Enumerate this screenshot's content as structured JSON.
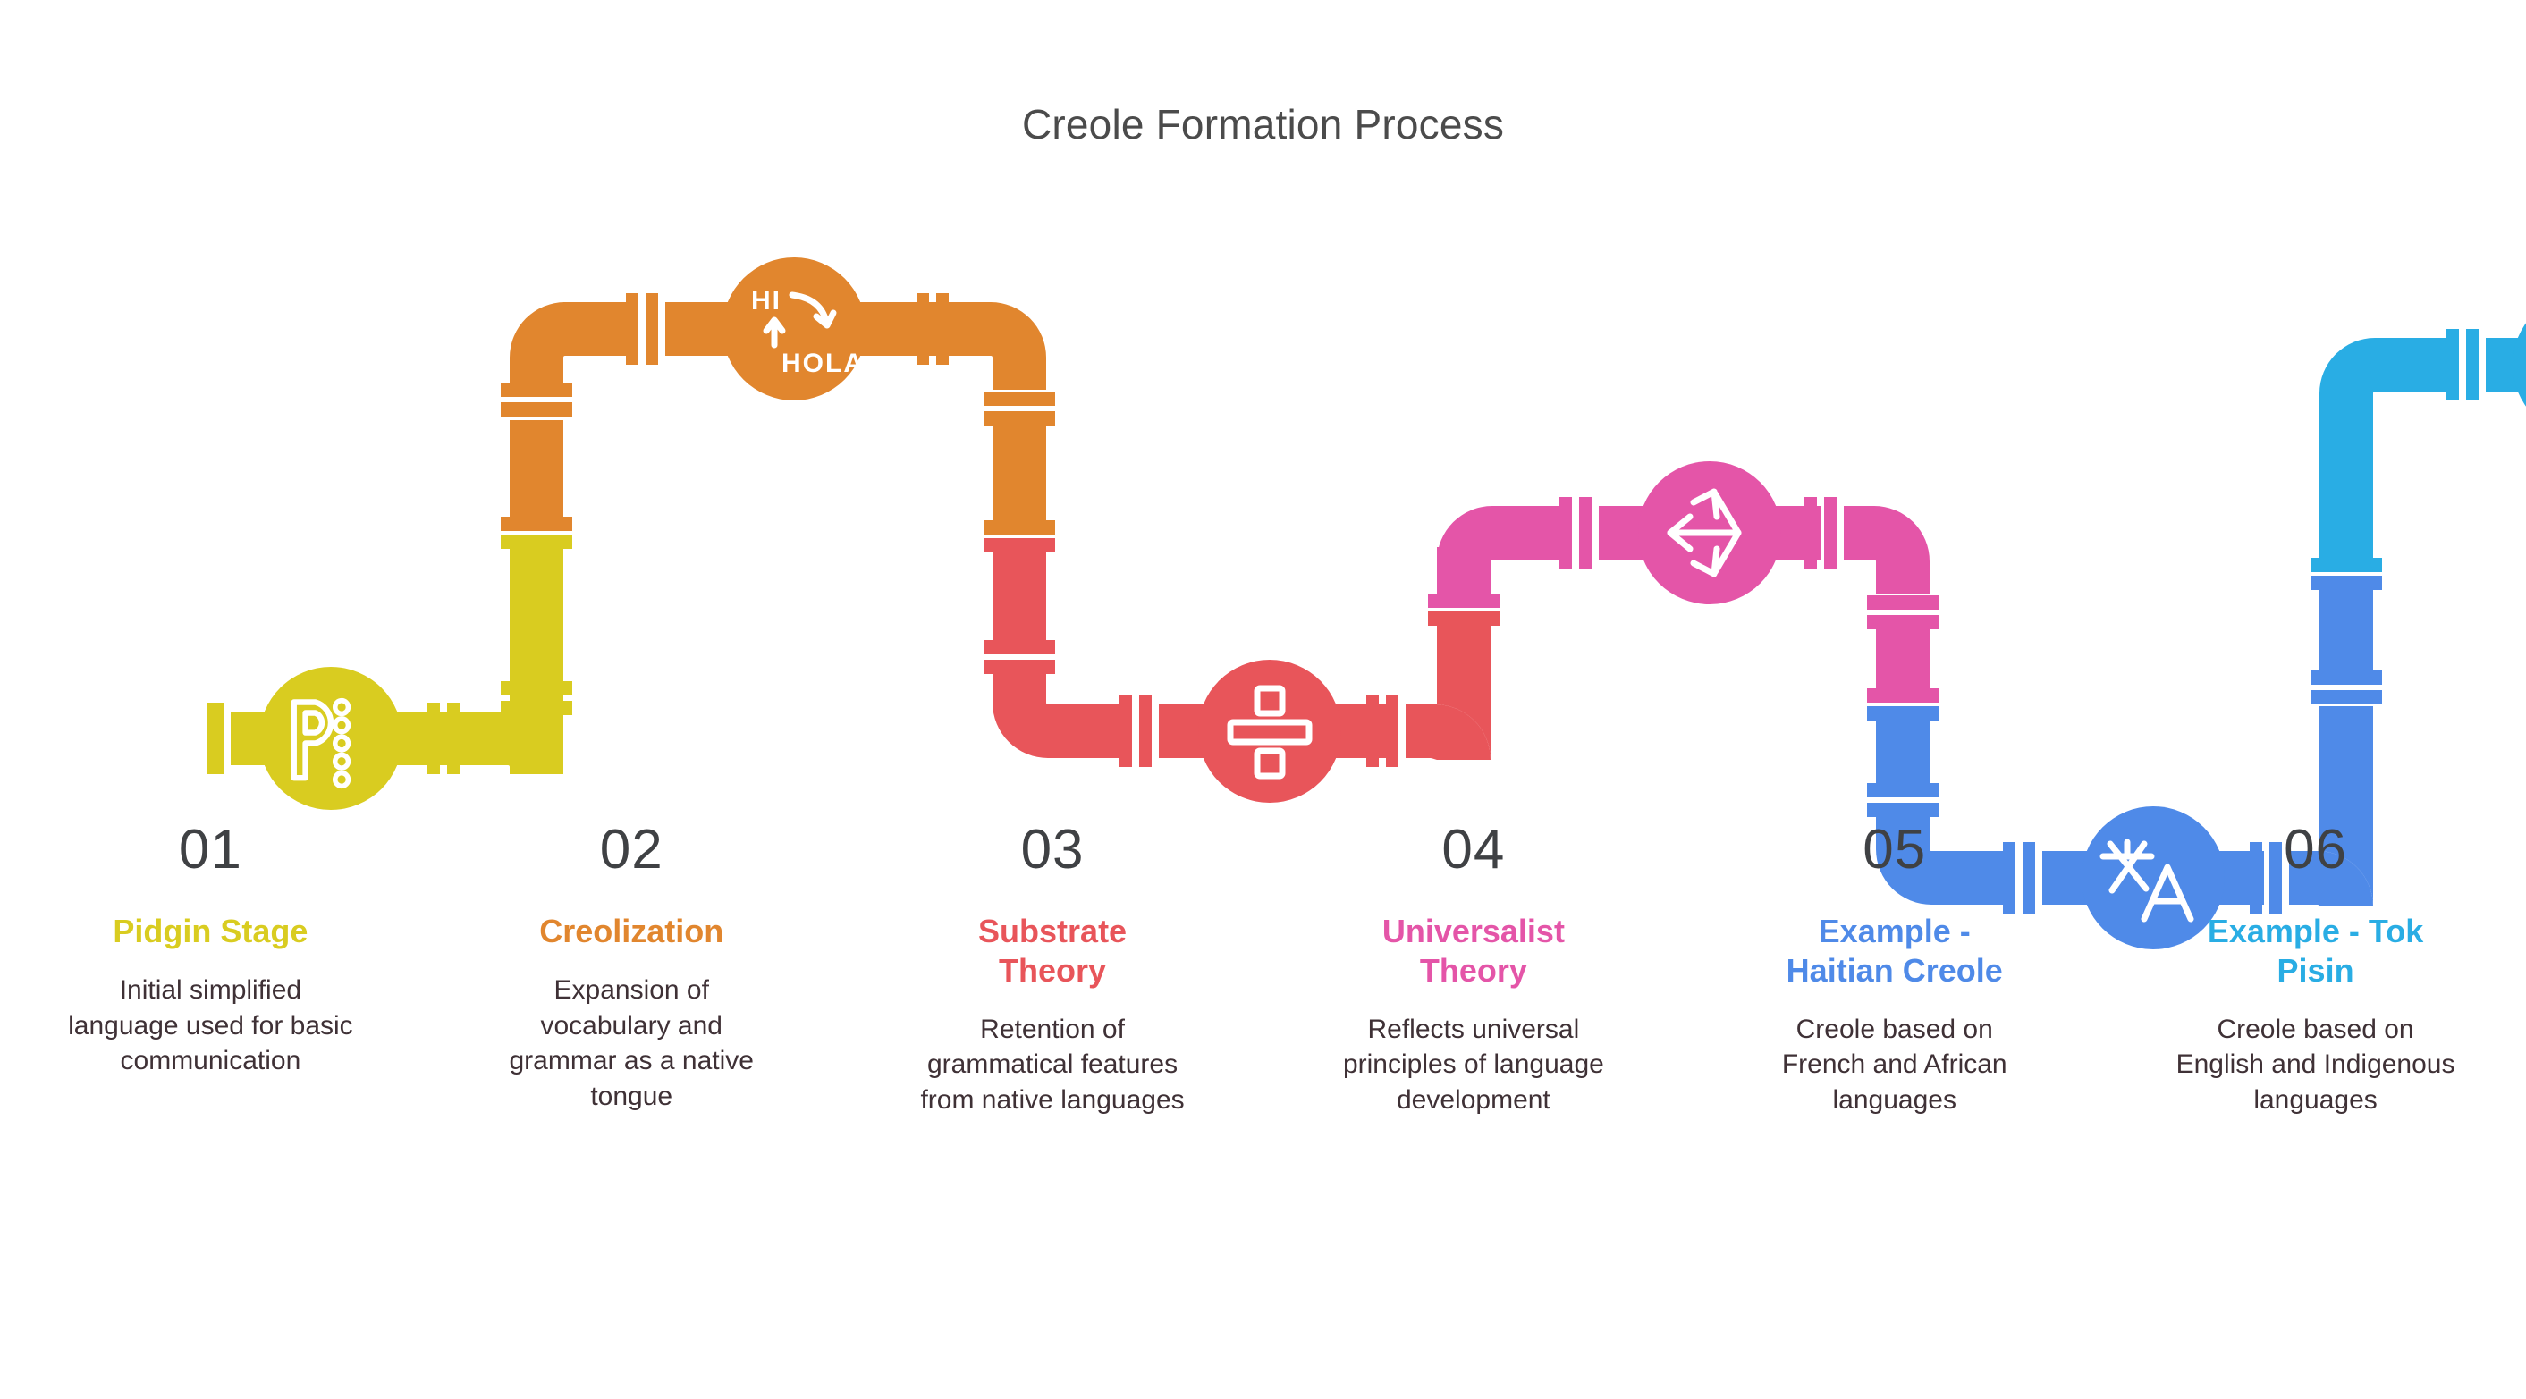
{
  "header": {
    "title": "Creole Formation Process"
  },
  "colors": {
    "yellow": "#d9cc20",
    "orange": "#e1862e",
    "red": "#e8555a",
    "pink": "#e455a8",
    "blue": "#4f8ae8",
    "cyan": "#29ade4",
    "title_text": "#4b4b4b",
    "number_text": "#3f4144",
    "body_text": "#3f3136",
    "background": "#ffffff"
  },
  "steps": [
    {
      "number": "01",
      "title": "Pidgin Stage",
      "description": "Initial simplified language used for basic communication",
      "color": "#d9cc20",
      "icon": "pidgin-dots-icon"
    },
    {
      "number": "02",
      "title": "Creolization",
      "description": "Expansion of vocabulary and grammar as a native tongue",
      "color": "#e1862e",
      "icon": "hi-hola-translate-icon"
    },
    {
      "number": "03",
      "title": "Substrate Theory",
      "description": "Retention of grammatical features from native languages",
      "color": "#e8555a",
      "icon": "division-grammar-icon"
    },
    {
      "number": "04",
      "title": "Universalist Theory",
      "description": "Reflects universal principles of language development",
      "color": "#e455a8",
      "icon": "three-way-arrow-icon"
    },
    {
      "number": "05",
      "title": "Example - Haitian Creole",
      "description": "Creole based on French and African languages",
      "color": "#4f8ae8",
      "icon": "translate-a-icon"
    },
    {
      "number": "06",
      "title": "Example - Tok Pisin",
      "description": "Creole based on English and Indigenous languages",
      "color": "#29ade4",
      "icon": "script-glyphs-icon"
    }
  ],
  "icon_labels": {
    "hi": "HI",
    "hola": "HOLA"
  }
}
